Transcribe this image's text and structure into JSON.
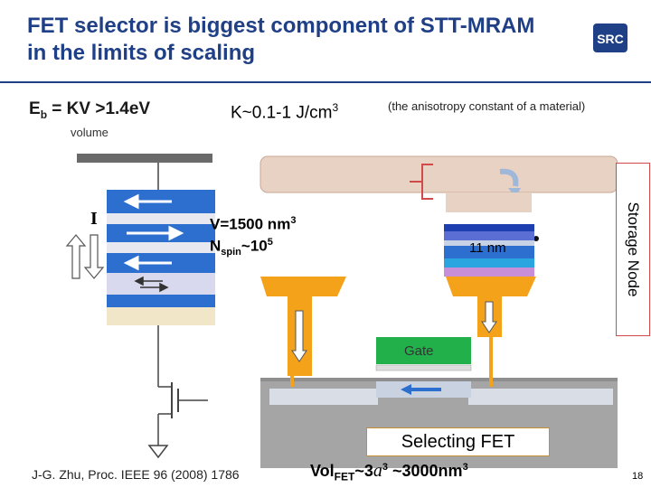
{
  "slide": {
    "title": "FET selector is biggest component of STT-MRAM in the limits of scaling",
    "logo_text": "SRC",
    "page_number": "18"
  },
  "equation": {
    "eb_main": "E",
    "eb_sub": "b",
    "eb_rest": " = KV >1.4eV",
    "k_main": "K~0.1-1 J/cm",
    "k_sup": "3",
    "anisotropy_note": "(the anisotropy constant of a material)",
    "volume_label": "volume"
  },
  "figure": {
    "v_main": "V=1500 nm",
    "v_sup": "3",
    "n_main": "N",
    "n_sub": "spin",
    "n_mid": "~10",
    "n_sup": "5",
    "size_label": "11 nm",
    "storage_label": "Storage Node",
    "gate_label": "Gate",
    "fet_label": "Selecting FET",
    "current_label": "I"
  },
  "footer": {
    "citation": "J-G. Zhu, Proc. IEEE 96 (2008) 1786",
    "vol_main": "Vol",
    "vol_sub": "FET",
    "vol_mid1": "~3",
    "vol_a": "a",
    "vol_sup": "3",
    "vol_mid2": " ~3000nm",
    "vol_sup2": "3"
  },
  "colors": {
    "title": "#1f3f86",
    "accent_orange": "#f5a21b",
    "storage_border": "#d04a4a",
    "substrate_gray": "#a5a5a5",
    "layer_blue": "#2c6fcf"
  }
}
